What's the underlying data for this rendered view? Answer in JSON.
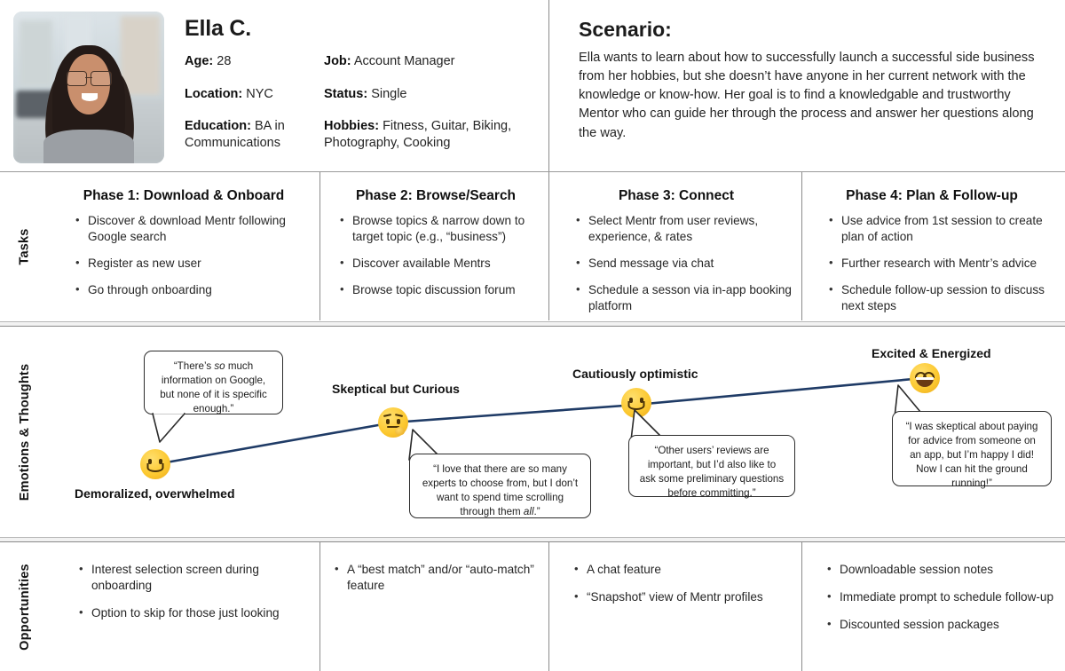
{
  "persona": {
    "name": "Ella C.",
    "photo_alt": "portrait-photo",
    "fields": [
      {
        "label": "Age:",
        "value": "28"
      },
      {
        "label": "Location:",
        "value": "NYC"
      },
      {
        "label": "Education:",
        "value": "BA in Communications"
      },
      {
        "label": "Job:",
        "value": "Account Manager"
      },
      {
        "label": "Status:",
        "value": "Single"
      },
      {
        "label": "Hobbies:",
        "value": "Fitness, Guitar, Biking, Photography, Cooking"
      }
    ]
  },
  "scenario": {
    "title": "Scenario:",
    "body": "Ella wants to learn about how to successfully launch a successful side business from her hobbies, but she doesn’t have anyone in her current network with the knowledge or know-how.  Her goal is to find a knowledgable and trustworthy Mentor who can guide her through the process and answer her questions along the way."
  },
  "rows": {
    "tasks_label": "Tasks",
    "emotions_label": "Emotions & Thoughts",
    "opportunities_label": "Opportunities"
  },
  "phases": [
    {
      "title": "Phase 1: Download & Onboard",
      "tasks": [
        "Discover & download Mentr following Google search",
        "Register as new user",
        "Go through onboarding"
      ],
      "opportunities": [
        "Interest selection screen during onboarding",
        "Option to skip for those just looking"
      ]
    },
    {
      "title": "Phase 2: Browse/Search",
      "tasks": [
        "Browse topics & narrow down to target topic (e.g., “business”)",
        "Discover available Mentrs",
        "Browse topic discussion forum"
      ],
      "opportunities": [
        "A “best match” and/or “auto-match” feature"
      ]
    },
    {
      "title": "Phase 3: Connect",
      "tasks": [
        "Select Mentr from user reviews, experience, & rates",
        "Send message via chat",
        "Schedule a sesson via in-app booking platform"
      ],
      "opportunities": [
        "A chat feature",
        "“Snapshot” view of Mentr profiles"
      ]
    },
    {
      "title": "Phase 4: Plan & Follow-up",
      "tasks": [
        "Use advice from 1st session to create plan of action",
        "Further research with Mentr’s advice",
        "Schedule follow-up session to discuss next steps"
      ],
      "opportunities": [
        "Downloadable session notes",
        "Immediate prompt to schedule follow-up",
        "Discounted session packages"
      ]
    }
  ],
  "emotions": [
    {
      "label": "Demoralized, overwhelmed",
      "emoji": "frowning-face-emoji",
      "quote_pre": "“There’s so much information on Google, but none of it is specific enough.”",
      "quote_italic": "so"
    },
    {
      "label": "Skeptical but Curious",
      "emoji": "thinking-face-emoji",
      "quote_pre": "“I love that there are so many experts to choose from, but I don’t want to spend time scrolling through them all.”",
      "quote_italic": "all"
    },
    {
      "label": "Cautiously optimistic",
      "emoji": "slightly-smiling-face-emoji",
      "quote_pre": "“Other users’ reviews are important, but I’d also like to ask some preliminary questions before committing.”",
      "quote_italic": ""
    },
    {
      "label": "Excited & Energized",
      "emoji": "grinning-face-emoji",
      "quote_pre": "“I was skeptical about paying for advice from someone on an app, but I’m happy I did! Now I can hit the ground running!”",
      "quote_italic": ""
    }
  ],
  "colors": {
    "trend_line": "#1f3b66",
    "divider": "#8c8c8c",
    "emoji_yellow": "#fcc82f",
    "text": "#1b1b1b"
  }
}
